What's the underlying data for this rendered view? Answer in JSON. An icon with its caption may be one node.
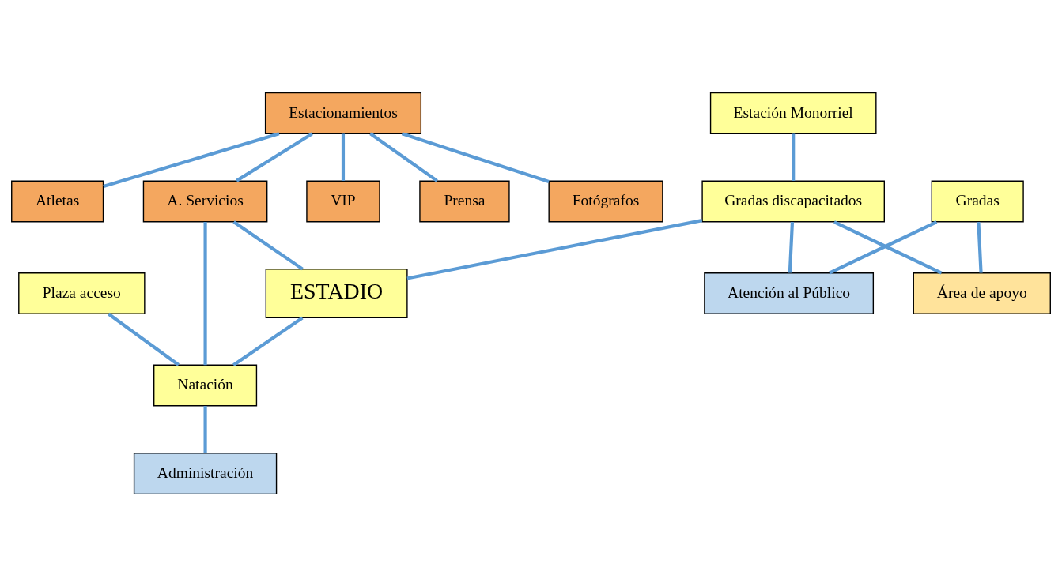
{
  "diagram": {
    "nodes": [
      {
        "text": [
          "Estación Monorriel"
        ]
      },
      {
        "text": [
          "Plaza acceso"
        ]
      },
      {
        "text": [
          "Estacionamientos"
        ]
      },
      {
        "text": [
          "A. Servicios"
        ]
      },
      {
        "text": [
          "Gradas discapacitados"
        ]
      },
      {
        "text": [
          "ESTADIO"
        ]
      },
      {
        "text": [
          "Atletas"
        ]
      },
      {
        "text": [
          "Gradas"
        ]
      },
      {
        "text": [
          "VIP"
        ]
      },
      {
        "text": [
          "Natación"
        ]
      },
      {
        "text": [
          "Área de apoyo"
        ]
      },
      {
        "text": [
          "Prensa"
        ]
      },
      {
        "text": [
          "Atención al Público"
        ]
      },
      {
        "text": [
          "Administración"
        ]
      },
      {
        "text": [
          "Fotógrafos"
        ]
      }
    ],
    "edges": [
      {
        "from": 0,
        "to": 4,
        "arrow": "none"
      },
      {
        "from": 1,
        "to": 9,
        "arrow": "none"
      },
      {
        "from": 2,
        "to": 3,
        "arrow": "none"
      },
      {
        "from": 2,
        "to": 6,
        "arrow": "none"
      },
      {
        "from": 2,
        "to": 8,
        "arrow": "none"
      },
      {
        "from": 2,
        "to": 11,
        "arrow": "none"
      },
      {
        "from": 2,
        "to": 14,
        "arrow": "none"
      },
      {
        "from": 3,
        "to": 5,
        "arrow": "none"
      },
      {
        "from": 3,
        "to": 9,
        "arrow": "none"
      },
      {
        "from": 4,
        "to": 5,
        "arrow": "none"
      },
      {
        "from": 4,
        "to": 12,
        "arrow": "none"
      },
      {
        "from": 7,
        "to": 12,
        "arrow": "none"
      },
      {
        "from": 7,
        "to": 10,
        "arrow": "none"
      },
      {
        "from": 4,
        "to": 10,
        "arrow": "none"
      },
      {
        "from": 5,
        "to": 9,
        "arrow": "none"
      },
      {
        "from": 9,
        "to": 13,
        "arrow": "none"
      }
    ]
  }
}
